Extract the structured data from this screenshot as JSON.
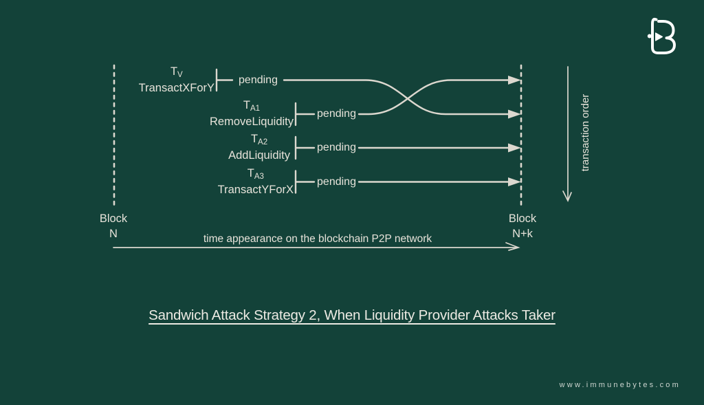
{
  "theme": {
    "background": "#134239",
    "ink": "#dcd8cf",
    "text": "#e7e3da",
    "caption_color": "#eceae3",
    "footer_color": "#ccd4cf"
  },
  "brand": {
    "logo": "immunebytes-monogram",
    "website": "www.immunebytes.com"
  },
  "diagram": {
    "transactions": [
      {
        "symbol": "T",
        "subscript": "V",
        "action": "TransactXForY",
        "status": "pending"
      },
      {
        "symbol": "T",
        "subscript": "A1",
        "action": "RemoveLiquidity",
        "status": "pending"
      },
      {
        "symbol": "T",
        "subscript": "A2",
        "action": "AddLiquidity",
        "status": "pending"
      },
      {
        "symbol": "T",
        "subscript": "A3",
        "action": "TransactYForX",
        "status": "pending"
      }
    ],
    "left_boundary": {
      "line1": "Block",
      "line2": "N"
    },
    "right_boundary": {
      "line1": "Block",
      "line2": "N+k"
    },
    "x_axis_label": "time appearance on the blockchain P2P network",
    "y_axis_label": "transaction order"
  },
  "caption": "Sandwich Attack Strategy 2, When Liquidity Provider Attacks Taker"
}
